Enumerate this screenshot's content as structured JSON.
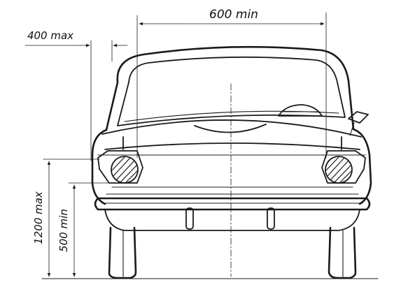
{
  "dimensions": {
    "width_min": "600 min",
    "offset_max": "400 max",
    "height_max": "1200 max",
    "height_min": "500 min"
  },
  "colors": {
    "ink": "#1a1a1a",
    "paper": "#ffffff"
  }
}
